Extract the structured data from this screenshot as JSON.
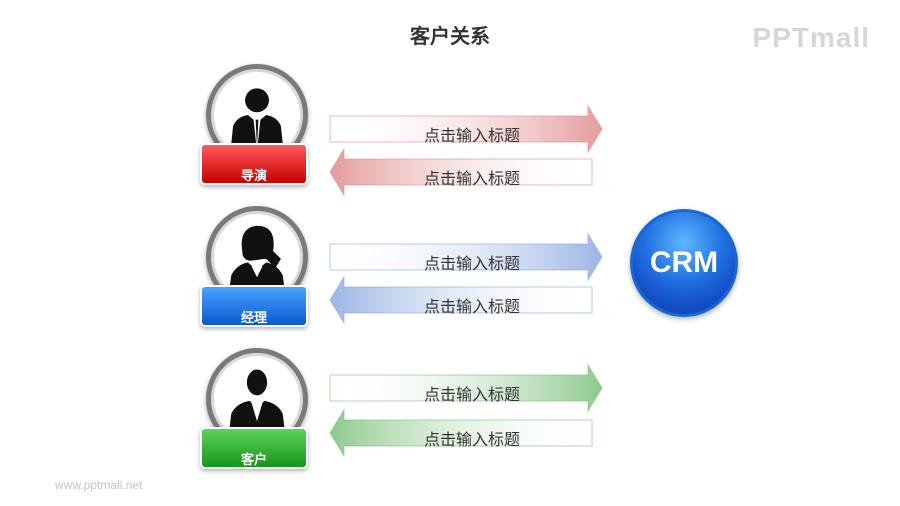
{
  "title": "客户关系",
  "logo": "PPTmall",
  "footer": "www.pptmall.net",
  "center_label": "CRM",
  "roles": [
    {
      "label": "导演",
      "color": "#d00000",
      "figure": "man-icon"
    },
    {
      "label": "经理",
      "color": "#1a66d6",
      "figure": "woman-phone-icon"
    },
    {
      "label": "客户",
      "color": "#22a022",
      "figure": "man-suit-icon"
    }
  ],
  "arrows": [
    {
      "text": "点击输入标题",
      "direction": "right",
      "color": "#e08a8a"
    },
    {
      "text": "点击输入标题",
      "direction": "left",
      "color": "#e08a8a"
    },
    {
      "text": "点击输入标题",
      "direction": "right",
      "color": "#8aa8e0"
    },
    {
      "text": "点击输入标题",
      "direction": "left",
      "color": "#8aa8e0"
    },
    {
      "text": "点击输入标题",
      "direction": "right",
      "color": "#7ac07a"
    },
    {
      "text": "点击输入标题",
      "direction": "left",
      "color": "#7ac07a"
    }
  ]
}
